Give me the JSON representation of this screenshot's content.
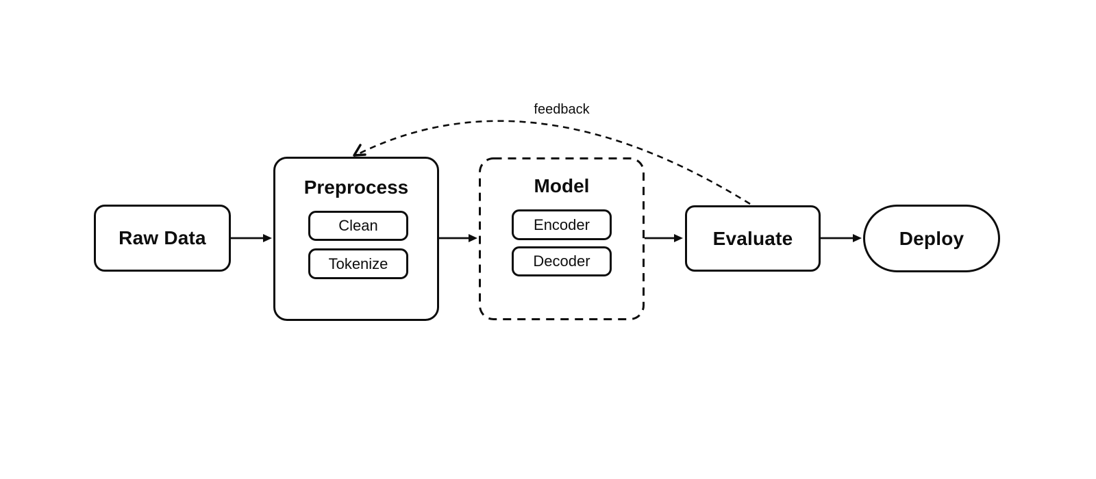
{
  "diagram": {
    "background_color": "#ffffff",
    "stroke_color": "#0d0d0d",
    "nodes": {
      "raw_data": {
        "label": "Raw Data",
        "shape": "rounded-rect"
      },
      "preprocess": {
        "label": "Preprocess",
        "shape": "rounded-rect-container",
        "children": {
          "clean": {
            "label": "Clean"
          },
          "tokenize": {
            "label": "Tokenize"
          }
        }
      },
      "model": {
        "label": "Model",
        "shape": "dashed-rounded-rect-container",
        "children": {
          "encoder": {
            "label": "Encoder"
          },
          "decoder": {
            "label": "Decoder"
          }
        }
      },
      "evaluate": {
        "label": "Evaluate",
        "shape": "rounded-rect"
      },
      "deploy": {
        "label": "Deploy",
        "shape": "stadium"
      }
    },
    "edges": [
      {
        "from": "raw_data",
        "to": "preprocess",
        "style": "solid-arrow",
        "label": ""
      },
      {
        "from": "preprocess",
        "to": "model",
        "style": "solid-arrow",
        "label": ""
      },
      {
        "from": "model",
        "to": "evaluate",
        "style": "solid-arrow",
        "label": ""
      },
      {
        "from": "evaluate",
        "to": "deploy",
        "style": "solid-arrow",
        "label": ""
      },
      {
        "from": "evaluate",
        "to": "preprocess",
        "style": "dashed-curved-arrow",
        "label": "feedback"
      }
    ]
  }
}
